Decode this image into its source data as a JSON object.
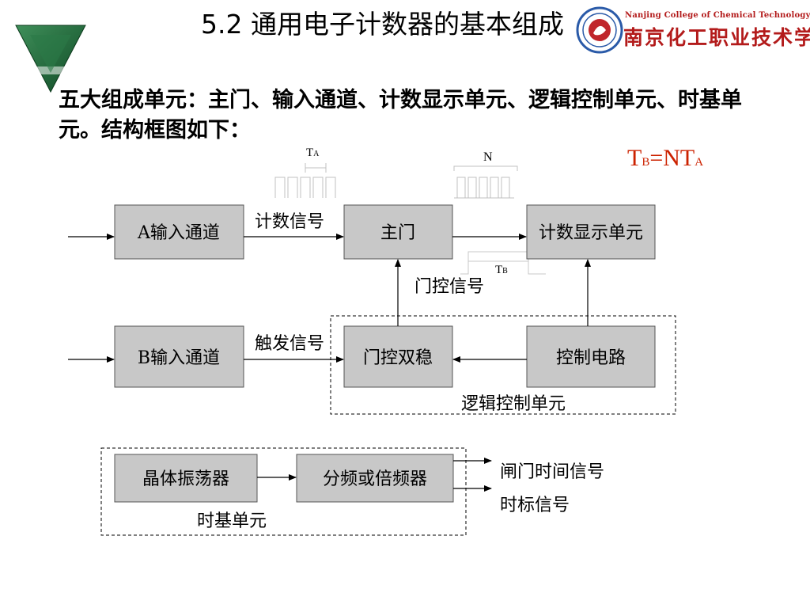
{
  "title": "5.2 通用电子计数器的基本组成",
  "college": {
    "name_en": "Nanjing College of Chemical Technology",
    "name_cn": "南京化工职业技术学院"
  },
  "intro": "五大组成单元：主门、输入通道、计数显示单元、逻辑控制单元、时基单元。结构框图如下：",
  "formula": {
    "t": "T",
    "b": "B",
    "eq": "=NT",
    "a": "A"
  },
  "diagram": {
    "blocks": {
      "a_input": "A输入通道",
      "main_gate": "主门",
      "counter_display": "计数显示单元",
      "b_input": "B输入通道",
      "gate_flipflop": "门控双稳",
      "control_circuit": "控制电路",
      "crystal_osc": "晶体振荡器",
      "divider": "分频或倍频器"
    },
    "signals": {
      "count_signal": "计数信号",
      "gate_signal": "门控信号",
      "trigger_signal": "触发信号",
      "gate_time_signal": "闸门时间信号",
      "time_mark_signal": "时标信号"
    },
    "units": {
      "logic_control": "逻辑控制单元",
      "time_base": "时基单元"
    },
    "waveform_labels": {
      "ta_t": "T",
      "ta_sub": "A",
      "n": "N",
      "tb_t": "T",
      "tb_sub": "B"
    }
  },
  "colors": {
    "formula": "#cc2200",
    "college": "#b31b1b",
    "logo_green": "#1f6b3a",
    "block_fill": "#c8c8c8"
  }
}
